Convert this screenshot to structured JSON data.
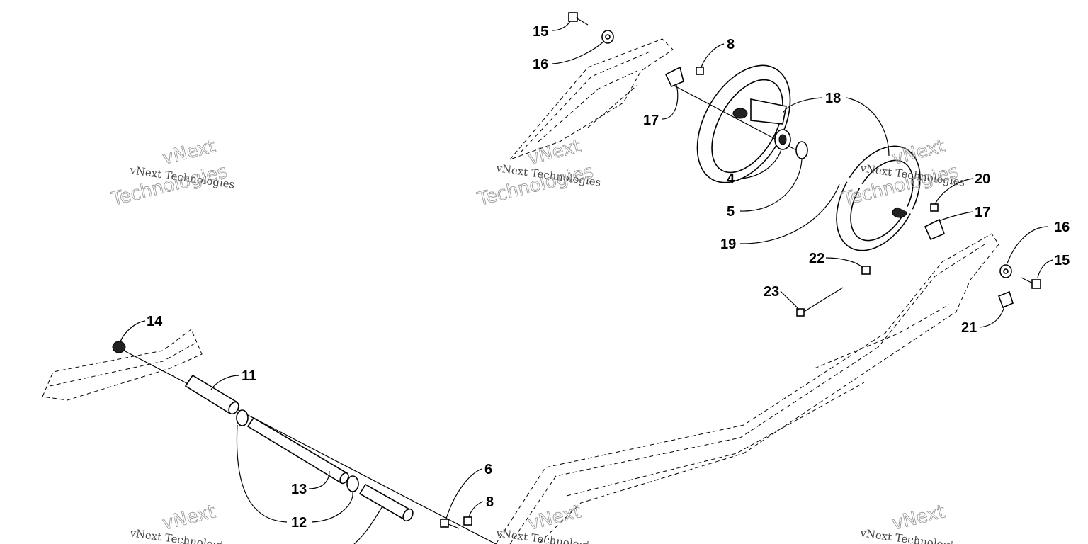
{
  "diagram": {
    "callouts": [
      {
        "id": "15-top",
        "text": "15"
      },
      {
        "id": "16-top",
        "text": "16"
      },
      {
        "id": "8-top",
        "text": "8"
      },
      {
        "id": "17-top",
        "text": "17"
      },
      {
        "id": "18",
        "text": "18"
      },
      {
        "id": "4",
        "text": "4"
      },
      {
        "id": "5",
        "text": "5"
      },
      {
        "id": "19",
        "text": "19"
      },
      {
        "id": "20",
        "text": "20"
      },
      {
        "id": "17-right",
        "text": "17"
      },
      {
        "id": "16-right",
        "text": "16"
      },
      {
        "id": "15-right",
        "text": "15"
      },
      {
        "id": "22",
        "text": "22"
      },
      {
        "id": "23",
        "text": "23"
      },
      {
        "id": "21",
        "text": "21"
      },
      {
        "id": "14",
        "text": "14"
      },
      {
        "id": "11",
        "text": "11"
      },
      {
        "id": "13",
        "text": "13"
      },
      {
        "id": "12",
        "text": "12"
      },
      {
        "id": "6",
        "text": "6"
      },
      {
        "id": "8-bottom",
        "text": "8"
      }
    ],
    "watermarks": {
      "small": "vNext Technologies",
      "big_top": "vNext",
      "big_bottom": "Technologies"
    }
  }
}
